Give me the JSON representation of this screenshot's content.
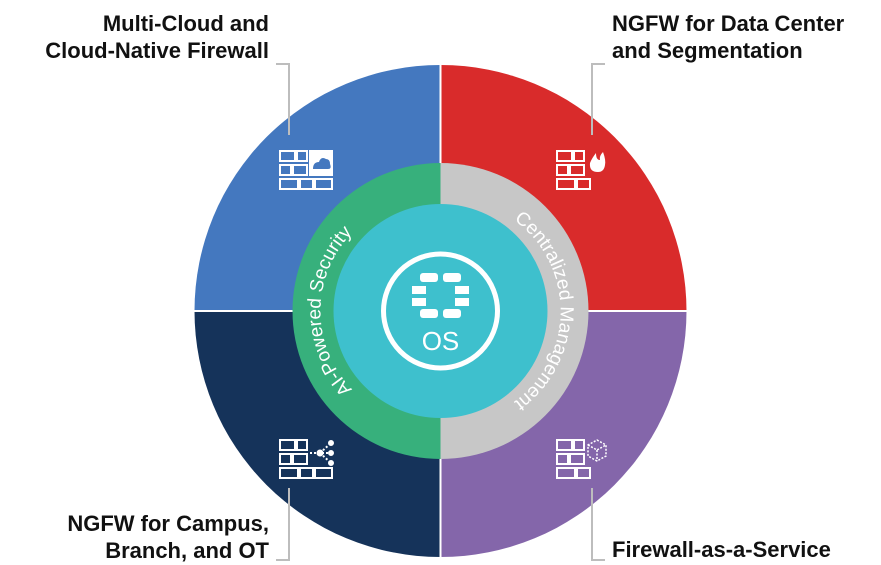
{
  "quadrants": [
    {
      "id": "tl",
      "lines": [
        "Multi-Cloud and",
        "Cloud-Native Firewall"
      ],
      "color": "#4478bf",
      "icon": "cloud-icon"
    },
    {
      "id": "tr",
      "lines": [
        "NGFW for Data Center",
        "and Segmentation"
      ],
      "color": "#d92b2b",
      "icon": "flame-icon"
    },
    {
      "id": "bl",
      "lines": [
        "NGFW for Campus,",
        "Branch, and OT"
      ],
      "color": "#15335a",
      "icon": "network-icon"
    },
    {
      "id": "br",
      "lines": [
        "Firewall-as-a-Service"
      ],
      "color": "#8466aa",
      "icon": "cube-icon"
    }
  ],
  "ring": {
    "left_text": "AI-Powered Security",
    "left_color": "#37b07c",
    "right_text": "Centralized Management",
    "right_color": "#c7c7c7"
  },
  "center": {
    "text": "OS",
    "color": "#3ec0cd",
    "logo": "fortinet-logo-icon"
  },
  "connector_color": "#bdbdbd"
}
